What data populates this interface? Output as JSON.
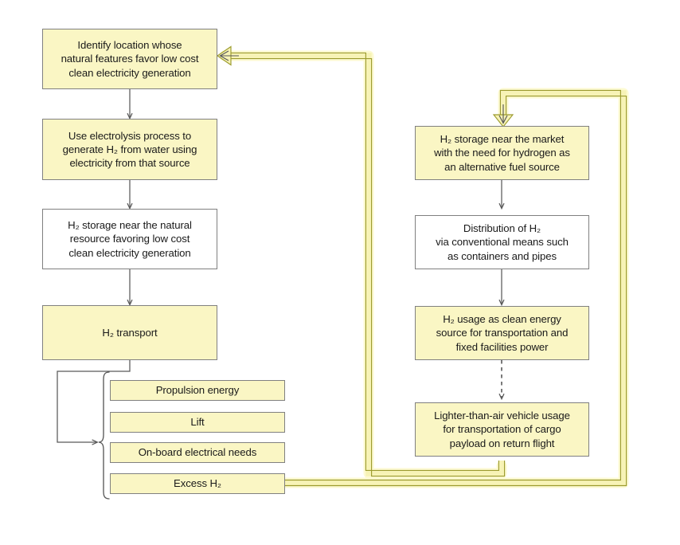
{
  "diagram": {
    "title": "Hydrogen production, transport and usage flowchart",
    "colors": {
      "node_fill_yellow": "#FAF6C4",
      "node_fill_white": "#FFFFFF",
      "node_border": "#808080",
      "arrow_gray": "#595959",
      "feedback_yellow_fill": "#FAF6C4",
      "feedback_yellow_stroke": "#9C9B2E",
      "glow_yellow": "#FAF6A0"
    },
    "left_column": [
      {
        "id": "identify-location",
        "label": "Identify location whose\nnatural features favor low cost\nclean electricity generation",
        "fill": "yellow"
      },
      {
        "id": "electrolysis",
        "label": "Use electrolysis process to\ngenerate H₂ from water using\nelectricity from that source",
        "fill": "yellow"
      },
      {
        "id": "storage-natural-resource",
        "label": "H₂ storage near the natural\nresource  favoring  low cost\nclean electricity generation",
        "fill": "white"
      },
      {
        "id": "h2-transport",
        "label": "H₂ transport",
        "fill": "yellow"
      }
    ],
    "branch_items": [
      {
        "id": "propulsion-energy",
        "label": "Propulsion energy",
        "fill": "yellow"
      },
      {
        "id": "lift",
        "label": "Lift",
        "fill": "yellow"
      },
      {
        "id": "on-board-electrical-needs",
        "label": "On-board electrical needs",
        "fill": "yellow"
      },
      {
        "id": "excess-h2",
        "label": "Excess H₂",
        "fill": "yellow"
      }
    ],
    "right_column": [
      {
        "id": "storage-market",
        "label": "H₂ storage near the market\nwith the need for hydrogen as\nan alternative fuel source",
        "fill": "yellow"
      },
      {
        "id": "distribution",
        "label": "Distribution of H₂\nvia conventional means such\nas containers and pipes",
        "fill": "white"
      },
      {
        "id": "h2-usage",
        "label": "H₂ usage as clean energy\nsource  for transportation and\nfixed facilities power",
        "fill": "yellow"
      },
      {
        "id": "lighter-than-air",
        "label": "Lighter-than-air vehicle usage\nfor transportation of cargo\npayload on return flight",
        "fill": "yellow"
      }
    ],
    "connectors": [
      {
        "id": "identify-to-electrolysis",
        "style": "solid-gray-arrow"
      },
      {
        "id": "electrolysis-to-storage-natural",
        "style": "solid-gray-arrow"
      },
      {
        "id": "storage-natural-to-transport",
        "style": "solid-gray-arrow"
      },
      {
        "id": "transport-to-brace",
        "style": "solid-gray-arrow"
      },
      {
        "id": "brace-to-branch-items",
        "style": "curly-brace"
      },
      {
        "id": "storage-market-to-distribution",
        "style": "solid-gray-arrow"
      },
      {
        "id": "distribution-to-usage",
        "style": "solid-gray-arrow"
      },
      {
        "id": "usage-to-lighter-than-air",
        "style": "dashed-gray-arrow"
      },
      {
        "id": "excess-h2-to-storage-market",
        "style": "yellow-feedback-arrow"
      },
      {
        "id": "lighter-than-air-to-identify-location",
        "style": "yellow-feedback-arrow"
      }
    ]
  }
}
